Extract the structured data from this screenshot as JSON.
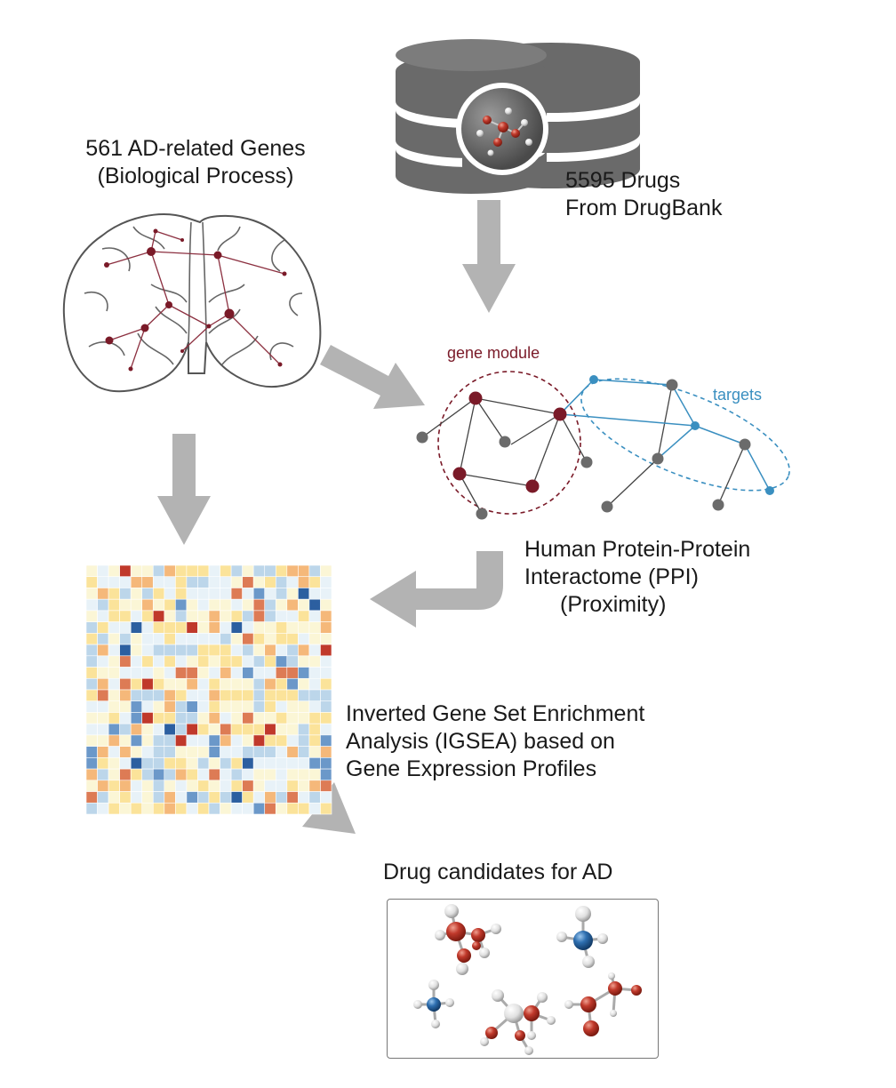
{
  "genes": {
    "count_line": "561 AD-related Genes",
    "sub_line": "(Biological Process)"
  },
  "drugs": {
    "count_line": "5595 Drugs",
    "source_line": "From DrugBank"
  },
  "network": {
    "module_label": "gene module",
    "targets_label": "targets",
    "caption_line1": "Human Protein-Protein",
    "caption_line2": "Interactome (PPI)",
    "caption_line3": "(Proximity)"
  },
  "igsea": {
    "line1": "Inverted Gene Set Enrichment",
    "line2": "Analysis (IGSEA) based on",
    "line3": "Gene Expression Profiles"
  },
  "candidates": {
    "title": "Drug candidates for AD"
  },
  "colors": {
    "arrow": "#b3b3b3",
    "module_node": "#7a1a28",
    "gray_node": "#6b6b6b",
    "target_blue": "#3a8fc0",
    "database": "#6a6a6a",
    "atom_red": "#c0392b",
    "atom_white": "#e6e6e6",
    "atom_blue": "#2e6fb0"
  }
}
